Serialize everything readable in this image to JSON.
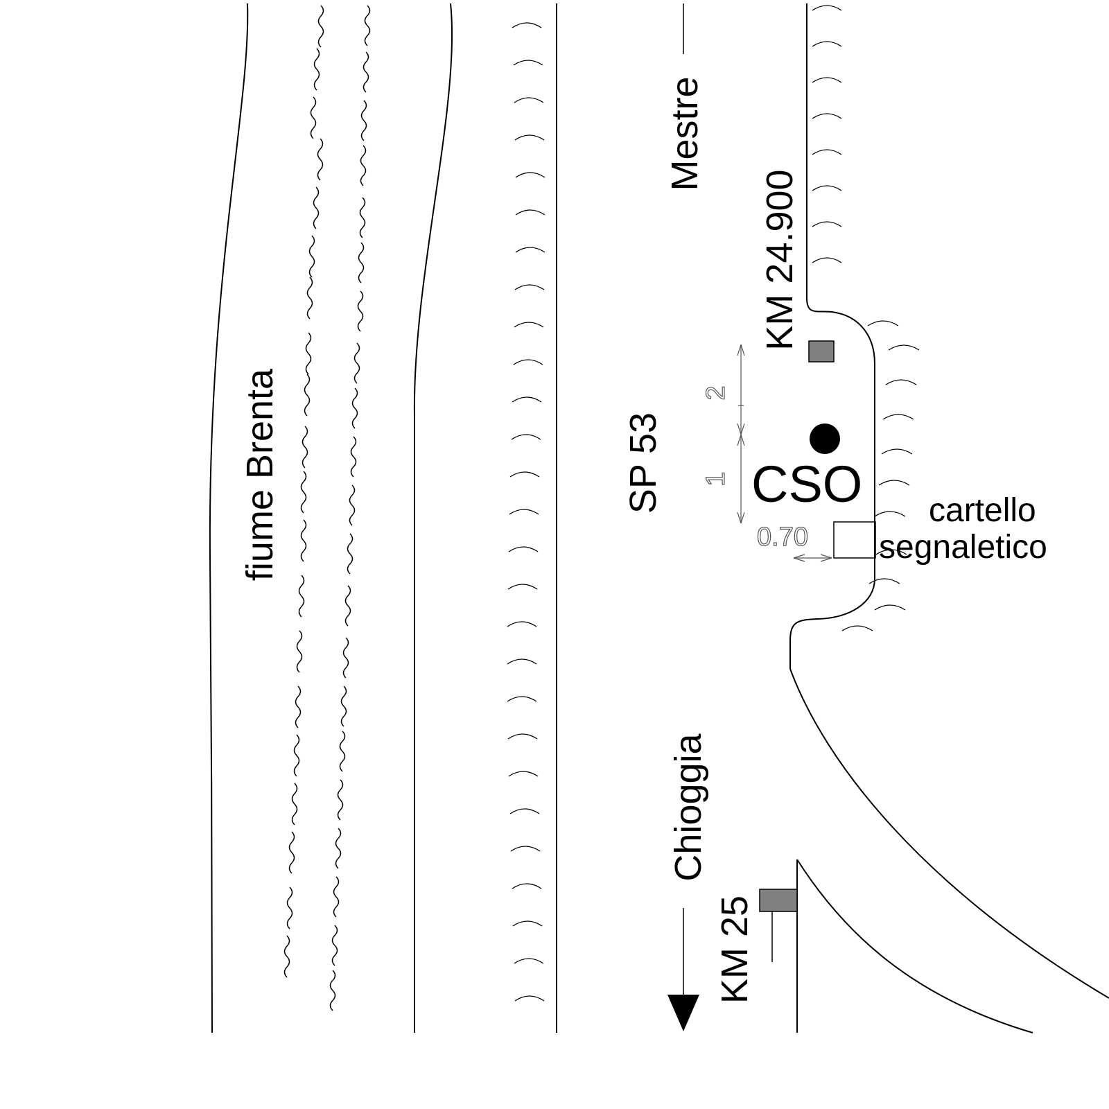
{
  "labels": {
    "river": "fiume Brenta",
    "road": "SP 53",
    "north_direction": "Mestre",
    "south_direction": "Chioggia",
    "km_north": "KM 24.900",
    "km_south": "KM 25",
    "site": "CSO",
    "sign_line1": "cartello",
    "sign_line2": "segnaletico",
    "dim_1": "1",
    "dim_2": "2",
    "dim_070": "0.70"
  },
  "colors": {
    "line": "#000000",
    "marker": "#808080",
    "dimension": "#555555"
  }
}
